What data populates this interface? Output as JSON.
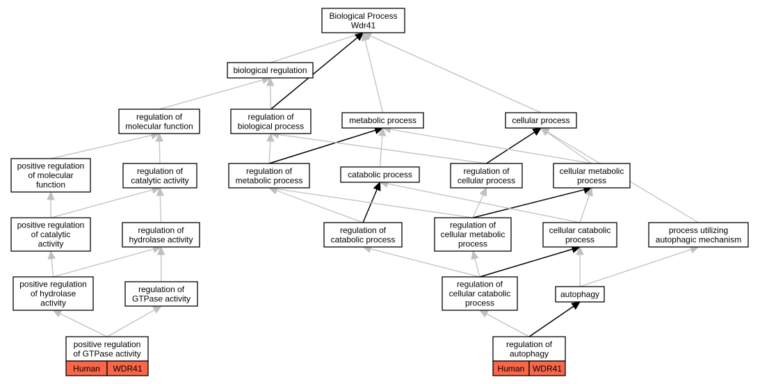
{
  "title": [
    "Biological Process",
    "Wdr41"
  ],
  "nodes": {
    "root": [
      "Biological Process",
      "Wdr41"
    ],
    "biological_regulation": [
      "biological regulation"
    ],
    "regulation_of_molecular_function": [
      "regulation of",
      "molecular function"
    ],
    "regulation_of_biological_process": [
      "regulation of",
      "biological process"
    ],
    "metabolic_process": [
      "metabolic process"
    ],
    "cellular_process": [
      "cellular process"
    ],
    "positive_regulation_of_molecular_function": [
      "positive regulation",
      "of molecular",
      "function"
    ],
    "regulation_of_catalytic_activity": [
      "regulation of",
      "catalytic activity"
    ],
    "regulation_of_metabolic_process": [
      "regulation of",
      "metabolic process"
    ],
    "catabolic_process": [
      "catabolic process"
    ],
    "regulation_of_cellular_process": [
      "regulation of",
      "cellular process"
    ],
    "cellular_metabolic_process": [
      "cellular metabolic",
      "process"
    ],
    "positive_regulation_of_catalytic_activity": [
      "positive regulation",
      "of catalytic",
      "activity"
    ],
    "regulation_of_hydrolase_activity": [
      "regulation of",
      "hydrolase activity"
    ],
    "regulation_of_catabolic_process": [
      "regulation of",
      "catabolic process"
    ],
    "regulation_of_cellular_metabolic_process": [
      "regulation of",
      "cellular metabolic",
      "process"
    ],
    "cellular_catabolic_process": [
      "cellular catabolic",
      "process"
    ],
    "process_utilizing_autophagic_mechanism": [
      "process utilizing",
      "autophagic mechanism"
    ],
    "positive_regulation_of_hydrolase_activity": [
      "positive regulation",
      "of hydrolase",
      "activity"
    ],
    "regulation_of_gtpase_activity": [
      "regulation of",
      "GTPase activity"
    ],
    "regulation_of_cellular_catabolic_process": [
      "regulation of",
      "cellular catabolic",
      "process"
    ],
    "autophagy": [
      "autophagy"
    ],
    "positive_regulation_of_gtpase_activity": [
      "positive regulation",
      "of GTPase activity"
    ],
    "regulation_of_autophagy": [
      "regulation of",
      "autophagy"
    ]
  },
  "annotations": {
    "positive_regulation_of_gtpase_activity": {
      "species": "Human",
      "gene": "WDR41"
    },
    "regulation_of_autophagy": {
      "species": "Human",
      "gene": "WDR41"
    }
  },
  "colors": {
    "annotation_fill": "#fa6648",
    "edge_inferred": "#c0c0c0",
    "edge_direct": "#000000"
  },
  "edges": [
    {
      "from": "biological_regulation",
      "to": "root",
      "style": "gray"
    },
    {
      "from": "regulation_of_biological_process",
      "to": "root",
      "style": "black"
    },
    {
      "from": "metabolic_process",
      "to": "root",
      "style": "gray"
    },
    {
      "from": "cellular_process",
      "to": "root",
      "style": "gray"
    },
    {
      "from": "regulation_of_molecular_function",
      "to": "biological_regulation",
      "style": "gray"
    },
    {
      "from": "regulation_of_biological_process",
      "to": "biological_regulation",
      "style": "gray"
    },
    {
      "from": "positive_regulation_of_molecular_function",
      "to": "regulation_of_molecular_function",
      "style": "gray"
    },
    {
      "from": "regulation_of_catalytic_activity",
      "to": "regulation_of_molecular_function",
      "style": "gray"
    },
    {
      "from": "regulation_of_metabolic_process",
      "to": "regulation_of_biological_process",
      "style": "gray"
    },
    {
      "from": "regulation_of_metabolic_process",
      "to": "metabolic_process",
      "style": "black"
    },
    {
      "from": "catabolic_process",
      "to": "metabolic_process",
      "style": "gray"
    },
    {
      "from": "regulation_of_cellular_process",
      "to": "regulation_of_biological_process",
      "style": "gray"
    },
    {
      "from": "regulation_of_cellular_process",
      "to": "cellular_process",
      "style": "black"
    },
    {
      "from": "cellular_metabolic_process",
      "to": "metabolic_process",
      "style": "gray"
    },
    {
      "from": "cellular_metabolic_process",
      "to": "cellular_process",
      "style": "gray"
    },
    {
      "from": "process_utilizing_autophagic_mechanism",
      "to": "cellular_process",
      "style": "gray"
    },
    {
      "from": "positive_regulation_of_catalytic_activity",
      "to": "positive_regulation_of_molecular_function",
      "style": "gray"
    },
    {
      "from": "positive_regulation_of_catalytic_activity",
      "to": "regulation_of_catalytic_activity",
      "style": "gray"
    },
    {
      "from": "regulation_of_hydrolase_activity",
      "to": "regulation_of_catalytic_activity",
      "style": "gray"
    },
    {
      "from": "regulation_of_catabolic_process",
      "to": "regulation_of_metabolic_process",
      "style": "gray"
    },
    {
      "from": "regulation_of_catabolic_process",
      "to": "catabolic_process",
      "style": "black"
    },
    {
      "from": "regulation_of_cellular_metabolic_process",
      "to": "regulation_of_metabolic_process",
      "style": "gray"
    },
    {
      "from": "regulation_of_cellular_metabolic_process",
      "to": "regulation_of_cellular_process",
      "style": "gray"
    },
    {
      "from": "regulation_of_cellular_metabolic_process",
      "to": "cellular_metabolic_process",
      "style": "black"
    },
    {
      "from": "cellular_catabolic_process",
      "to": "catabolic_process",
      "style": "gray"
    },
    {
      "from": "cellular_catabolic_process",
      "to": "cellular_metabolic_process",
      "style": "gray"
    },
    {
      "from": "positive_regulation_of_hydrolase_activity",
      "to": "positive_regulation_of_catalytic_activity",
      "style": "gray"
    },
    {
      "from": "positive_regulation_of_hydrolase_activity",
      "to": "regulation_of_hydrolase_activity",
      "style": "gray"
    },
    {
      "from": "regulation_of_gtpase_activity",
      "to": "regulation_of_hydrolase_activity",
      "style": "gray"
    },
    {
      "from": "regulation_of_cellular_catabolic_process",
      "to": "regulation_of_catabolic_process",
      "style": "gray"
    },
    {
      "from": "regulation_of_cellular_catabolic_process",
      "to": "regulation_of_cellular_metabolic_process",
      "style": "gray"
    },
    {
      "from": "regulation_of_cellular_catabolic_process",
      "to": "cellular_catabolic_process",
      "style": "black"
    },
    {
      "from": "autophagy",
      "to": "cellular_catabolic_process",
      "style": "gray"
    },
    {
      "from": "autophagy",
      "to": "process_utilizing_autophagic_mechanism",
      "style": "gray"
    },
    {
      "from": "positive_regulation_of_gtpase_activity",
      "to": "positive_regulation_of_hydrolase_activity",
      "style": "gray"
    },
    {
      "from": "positive_regulation_of_gtpase_activity",
      "to": "regulation_of_gtpase_activity",
      "style": "gray"
    },
    {
      "from": "regulation_of_autophagy",
      "to": "regulation_of_cellular_catabolic_process",
      "style": "gray"
    },
    {
      "from": "regulation_of_autophagy",
      "to": "autophagy",
      "style": "black"
    }
  ]
}
